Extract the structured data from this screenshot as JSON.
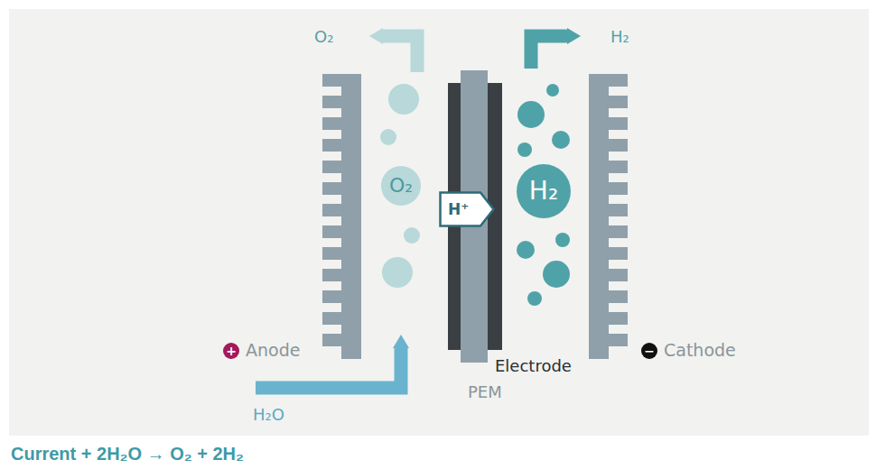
{
  "diagram": {
    "caption": "Current + 2H₂O → O₂ + 2H₂",
    "nodes": [
      {
        "text": [
          "O₂"
        ]
      },
      {
        "text": [
          "H⁺"
        ]
      },
      {
        "text": [
          "H₂"
        ]
      }
    ],
    "labels": [
      "O₂",
      "H₂",
      "+",
      "Anode",
      "−",
      "Cathode",
      "Electrode",
      "PEM",
      "H₂O"
    ]
  }
}
